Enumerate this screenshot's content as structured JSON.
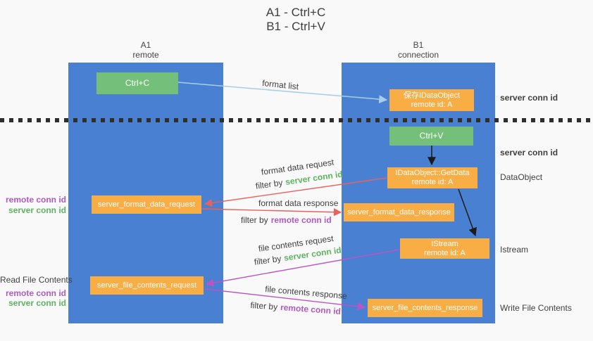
{
  "title": {
    "line1": "A1 - Ctrl+C",
    "line2": "B1 - Ctrl+V"
  },
  "lanes": {
    "left": {
      "title": "A1",
      "subtitle": "remote"
    },
    "right": {
      "title": "B1",
      "subtitle": "connection"
    }
  },
  "boxes": {
    "ctrl_c": {
      "label": "Ctrl+C"
    },
    "ctrl_v": {
      "label": "Ctrl+V"
    },
    "save_idataobject": {
      "line1": "保存IDataObject",
      "line2": "remote id: A"
    },
    "getdata": {
      "line1": "IDataObject::GetData",
      "line2": "remote id: A"
    },
    "istream": {
      "line1": "IStream",
      "line2": "remote id: A"
    },
    "format_request": {
      "label": "server_format_data_request"
    },
    "format_response": {
      "label": "server_format_data_response"
    },
    "file_request": {
      "label": "server_file_contents_request"
    },
    "file_response": {
      "label": "server_file_contents_response"
    }
  },
  "arrows": {
    "format_list": {
      "label": "format list"
    },
    "format_data_request": {
      "label": "format data request",
      "filter_prefix": "filter by",
      "filter_key": "server conn id"
    },
    "format_data_response": {
      "label": "format data response",
      "filter_prefix": "filter by",
      "filter_key": "remote conn id"
    },
    "file_contents_request": {
      "label": "file contents request",
      "filter_prefix": "filter by",
      "filter_key": "server conn id"
    },
    "file_contents_response": {
      "label": "file contents response",
      "filter_prefix": "filter by",
      "filter_key": "remote conn id"
    }
  },
  "left_annotations": {
    "format": {
      "remote": "remote conn id",
      "server": "server conn id"
    },
    "read_file": "Read File Contents",
    "file": {
      "remote": "remote conn id",
      "server": "server conn id"
    }
  },
  "right_annotations": {
    "server_conn_id_top": "server conn id",
    "server_conn_id_mid": "server conn id",
    "dataobject": "DataObject",
    "istream": "Istream",
    "write_file": "Write File Contents"
  },
  "colors": {
    "lane_blue": "#4a80d2",
    "box_orange": "#f9ae45",
    "box_green": "#74c07a",
    "arrow_red": "#e8625d",
    "arrow_magenta": "#bd54c6",
    "arrow_light_blue": "#a7cdeb",
    "arrow_black": "#1a1a1a",
    "label_green": "#5cb460",
    "label_purple": "#b05ac0"
  }
}
